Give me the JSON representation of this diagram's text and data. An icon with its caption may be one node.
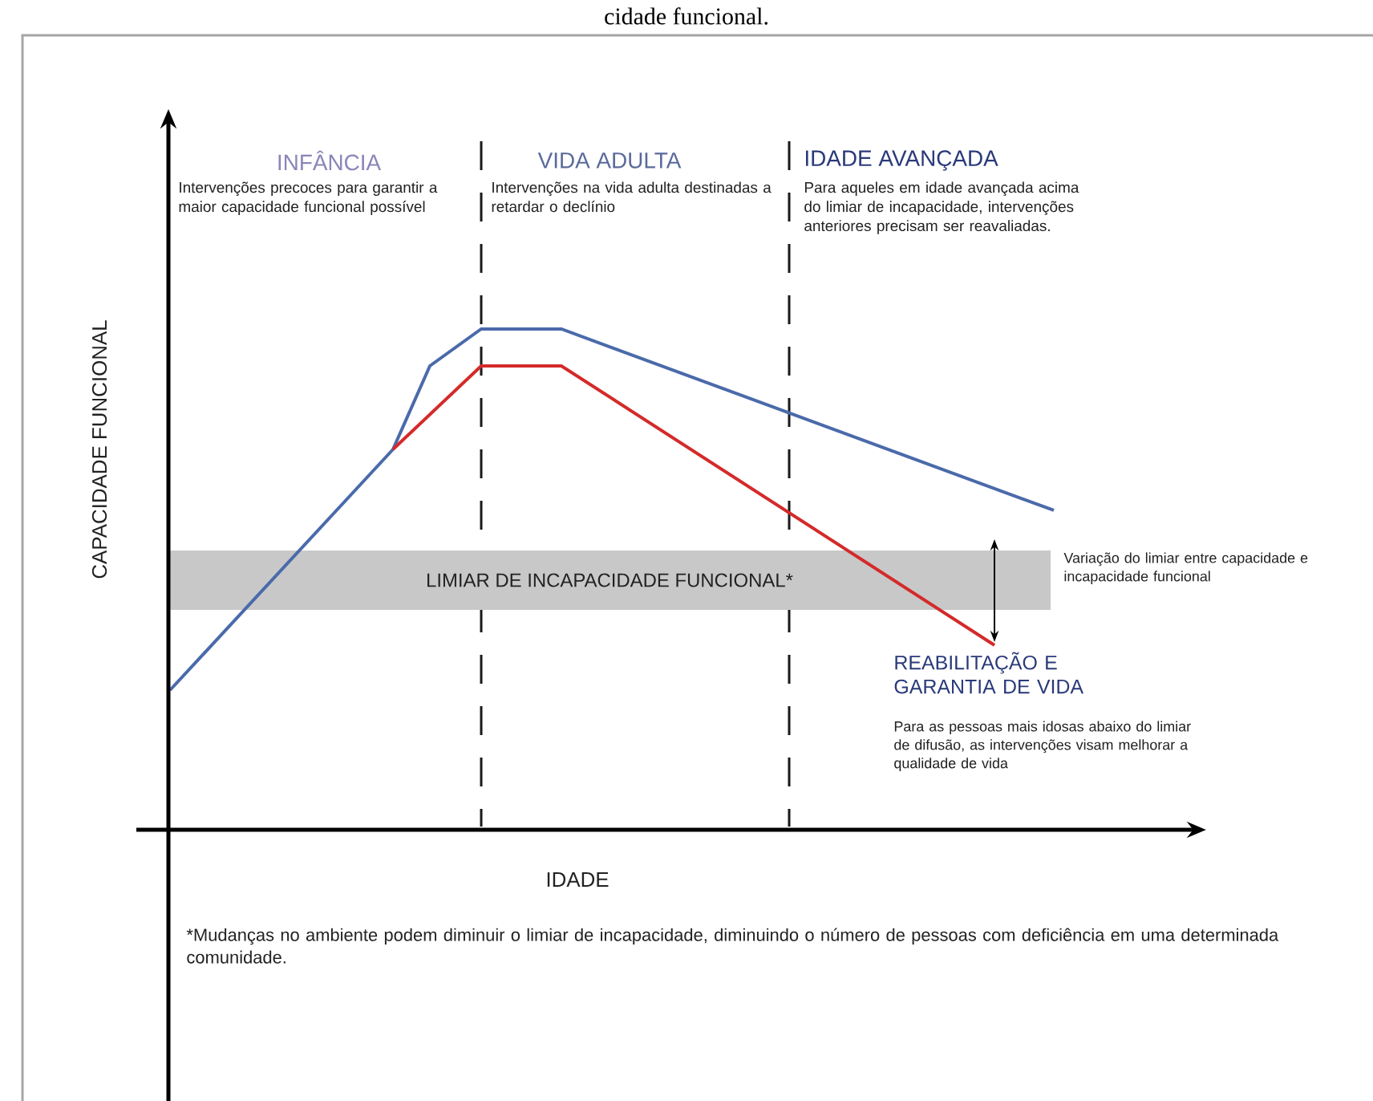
{
  "diagram": {
    "caption": "cidade funcional.",
    "nodes": [
      {
        "text": [
          "LIMIAR DE INCAPACIDADE FUNCIONAL*"
        ]
      }
    ],
    "labels": [
      "INFÂNCIA",
      "Intervenções precoces para garantir a maior capacidade funcional possível",
      "VIDA ADULTA",
      "Intervenções na vida adulta destinadas a retardar o declínio",
      "IDADE AVANÇADA",
      "Para aqueles em idade avançada acima do limiar de incapacidade, intervenções anteriores precisam ser reavaliadas.",
      "CAPACIDADE FUNCIONAL",
      "Variação do limiar entre capacidade e incapacidade funcional",
      "REABILITAÇÃO E GARANTIA DE VIDA",
      "Para as pessoas mais idosas abaixo do limiar de difusão, as intervenções visam melhorar a qualidade de vida",
      "IDADE",
      "*Mudanças no ambiente podem diminuir o limiar de incapacidade, diminuindo o número de pessoas com deficiência em uma determinada comunidade."
    ]
  }
}
